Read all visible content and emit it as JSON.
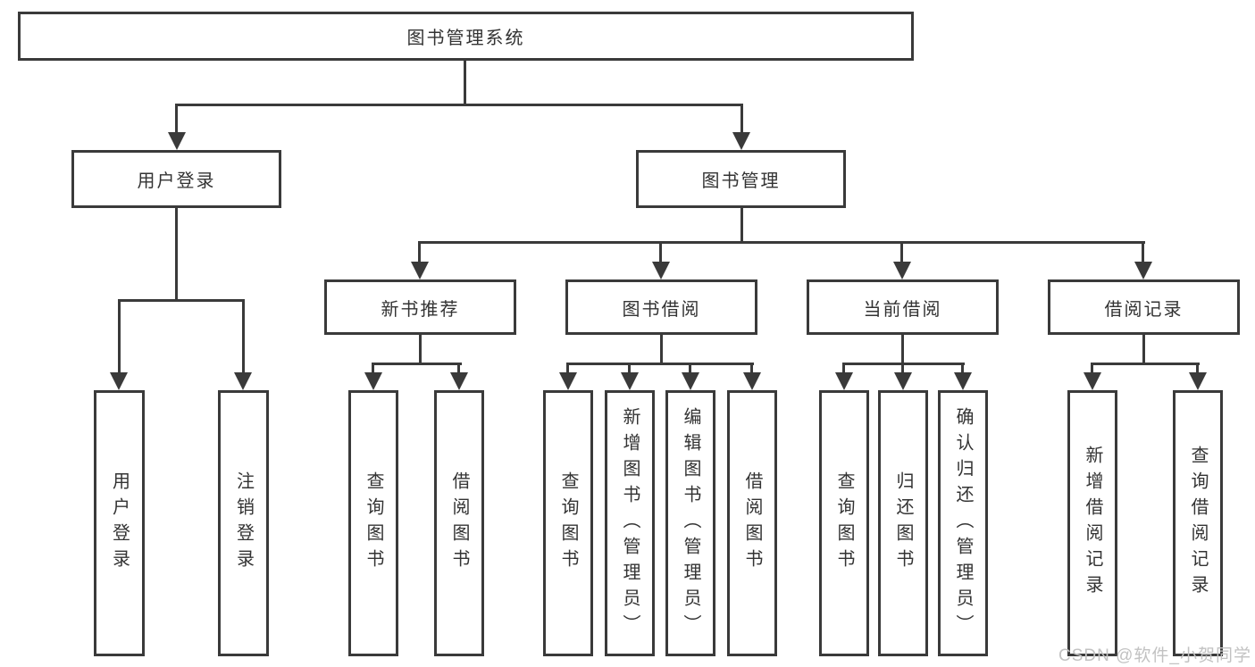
{
  "title": "图书管理系统",
  "login": {
    "label": "用户登录",
    "children": [
      {
        "label": "用户登录"
      },
      {
        "label": "注销登录"
      }
    ]
  },
  "manage": {
    "label": "图书管理",
    "sections": [
      {
        "label": "新书推荐",
        "children": [
          {
            "label": "查询图书"
          },
          {
            "label": "借阅图书"
          }
        ]
      },
      {
        "label": "图书借阅",
        "children": [
          {
            "label": "查询图书"
          },
          {
            "label": "新增图书（管理员）"
          },
          {
            "label": "编辑图书（管理员）"
          },
          {
            "label": "借阅图书"
          }
        ]
      },
      {
        "label": "当前借阅",
        "children": [
          {
            "label": "查询图书"
          },
          {
            "label": "归还图书"
          },
          {
            "label": "确认归还（管理员）"
          }
        ]
      },
      {
        "label": "借阅记录",
        "children": [
          {
            "label": "新增借阅记录"
          },
          {
            "label": "查询借阅记录"
          }
        ]
      }
    ]
  },
  "watermark": "CSDN @软件_小贺同学",
  "colors": {
    "line": "#3a3a3a",
    "text": "#333333",
    "watermark": "#c2c2c2",
    "background": "#ffffff"
  }
}
